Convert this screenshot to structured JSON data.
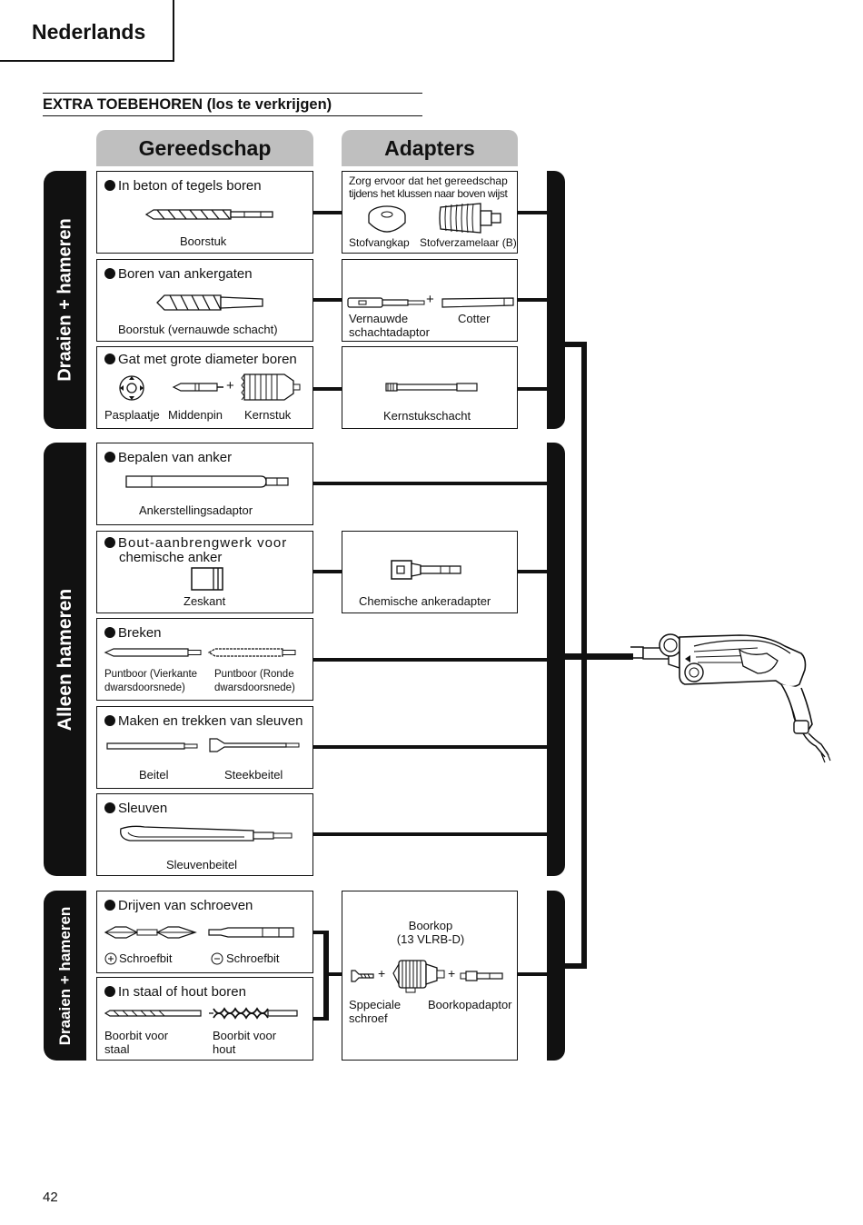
{
  "header": {
    "language": "Nederlands"
  },
  "section_title": "EXTRA TOEBEHOREN (los te verkrijgen)",
  "columns": {
    "tools": "Gereedschap",
    "adapters": "Adapters"
  },
  "modes": {
    "rotation_hammering": "Draaien + hameren",
    "hammering_only": "Alleen hameren",
    "rotation_hammering_2": "Draaien + hameren"
  },
  "tools": [
    {
      "task": "In beton of tegels boren",
      "labels": [
        "Boorstuk"
      ]
    },
    {
      "task": "Boren van ankergaten",
      "labels": [
        "Boorstuk (vernauwde schacht)"
      ]
    },
    {
      "task": "Gat met grote diameter boren",
      "labels": [
        "Pasplaatje",
        "Middenpin",
        "Kernstuk"
      ]
    },
    {
      "task": "Bepalen van anker",
      "labels": [
        "Ankerstellingsadaptor"
      ]
    },
    {
      "task_line1": "Bout-aanbrengwerk voor",
      "task_line2": "chemische anker",
      "labels": [
        "Zeskant"
      ]
    },
    {
      "task": "Breken",
      "labels": [
        "Puntboor (Vierkante",
        "dwarsdoorsnede)",
        "Puntboor (Ronde",
        "dwarsdoorsnede)"
      ]
    },
    {
      "task": "Maken en trekken van sleuven",
      "labels": [
        "Beitel",
        "Steekbeitel"
      ]
    },
    {
      "task": "Sleuven",
      "labels": [
        "Sleuvenbeitel"
      ]
    },
    {
      "task": "Drijven van schroeven",
      "labels": [
        "Schroefbit",
        "Schroefbit"
      ]
    },
    {
      "task": "In staal of hout boren",
      "labels": [
        "Boorbit voor",
        "staal",
        "Boorbit voor",
        "hout"
      ]
    }
  ],
  "adapters": [
    {
      "note_line1": "Zorg ervoor dat het gereedschap",
      "note_line2": "tijdens het klussen naar boven wijst",
      "labels": [
        "Stofvangkap",
        "Stofverzamelaar (B)"
      ]
    },
    {
      "labels": [
        "Vernauwde",
        "schachtadaptor",
        "Cotter"
      ]
    },
    {
      "labels": [
        "Kernstukschacht"
      ]
    },
    {
      "labels": [
        "Chemische ankeradapter"
      ]
    },
    {
      "title_line1": "Boorkop",
      "title_line2": "(13 VLRB-D)",
      "labels": [
        "Sppeciale",
        "schroef",
        "Boorkopadaptor"
      ]
    }
  ],
  "symbols": {
    "plus": "+"
  },
  "page_number": "42"
}
